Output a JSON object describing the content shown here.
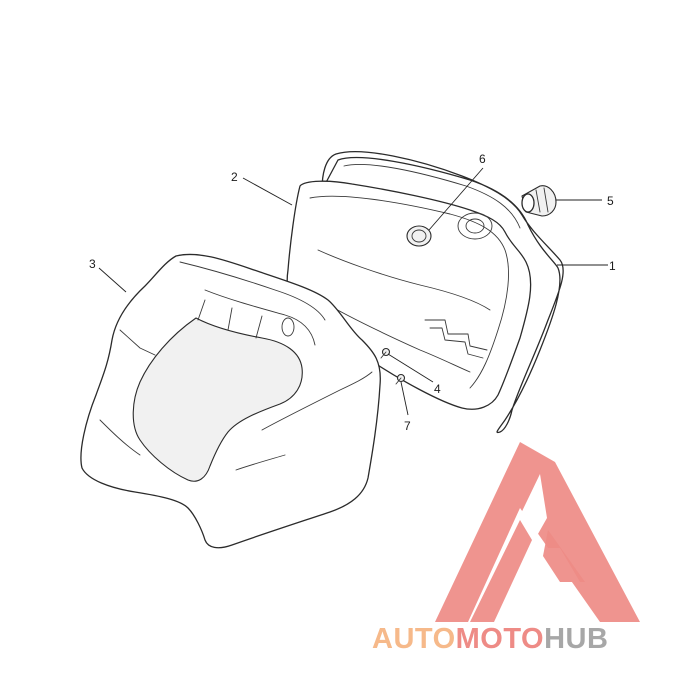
{
  "callouts": [
    {
      "id": "1",
      "label": "1"
    },
    {
      "id": "2",
      "label": "2"
    },
    {
      "id": "3",
      "label": "3"
    },
    {
      "id": "4",
      "label": "4"
    },
    {
      "id": "5",
      "label": "5"
    },
    {
      "id": "6",
      "label": "6"
    },
    {
      "id": "7",
      "label": "7"
    }
  ],
  "watermark": {
    "part_a": "AUTO",
    "part_b": "MOTO",
    "part_c": "HUB",
    "color_orange": "#f6b98a",
    "color_red": "#ee8b86",
    "color_gray": "#a7a7a7"
  }
}
